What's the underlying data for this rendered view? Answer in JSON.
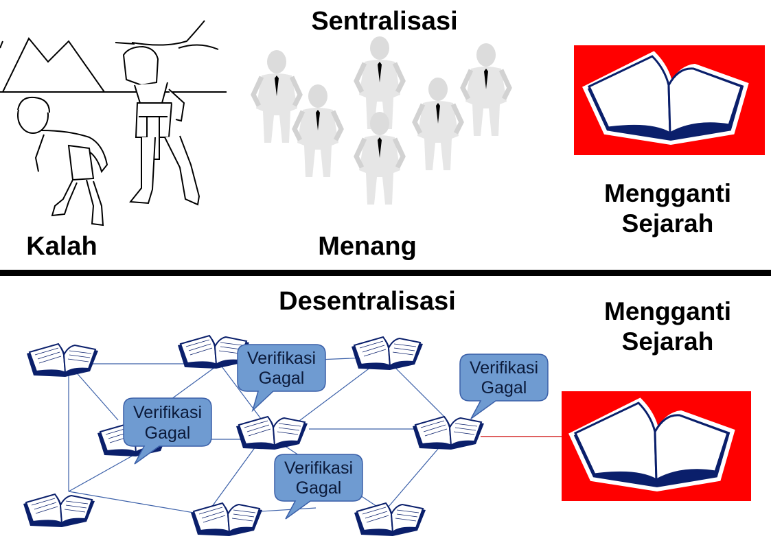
{
  "top": {
    "title": "Sentralisasi",
    "left_caption": "Kalah",
    "center_caption": "Menang",
    "right_caption_line1": "Mengganti",
    "right_caption_line2": "Sejarah"
  },
  "bottom": {
    "title": "Desentralisasi",
    "right_caption_line1": "Mengganti",
    "right_caption_line2": "Sejarah",
    "bubbles": [
      {
        "line1": "Verifikasi",
        "line2": "Gagal"
      },
      {
        "line1": "Verifikasi",
        "line2": "Gagal"
      },
      {
        "line1": "Verifikasi",
        "line2": "Gagal"
      },
      {
        "line1": "Verifikasi",
        "line2": "Gagal"
      }
    ]
  },
  "colors": {
    "ledger_red": "#ff0000",
    "book_outline": "#0a1f6b",
    "bubble_fill": "#6f9bd1",
    "network_line": "#3a5fa8",
    "divider": "#000000"
  },
  "icons": [
    "pyramids-icon",
    "slave-figure-icon",
    "overseer-with-whip-icon",
    "businessmen-group-icon",
    "open-book-icon"
  ]
}
